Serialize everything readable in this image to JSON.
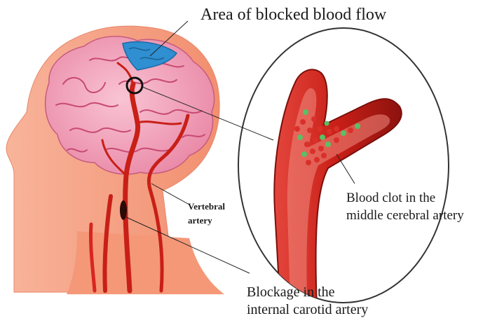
{
  "labels": {
    "blocked_area": "Area of blocked blood flow",
    "clot_line1": "Blood clot in the",
    "clot_line2": "middle cerebral artery",
    "vertebral_line1": "Vertebral",
    "vertebral_line2": "artery",
    "blockage_line1": "Blockage in the",
    "blockage_line2": "internal carotid artery"
  },
  "colors": {
    "skin": "#f6a184",
    "brain": "#f2a6bd",
    "brain_fold": "#c74a72",
    "blocked_region": "#2f8fd0",
    "artery": "#d8261f",
    "artery_dark": "#9a1511",
    "clot_cell_red": "#d9302a",
    "clot_cell_green": "#5bbf64"
  }
}
